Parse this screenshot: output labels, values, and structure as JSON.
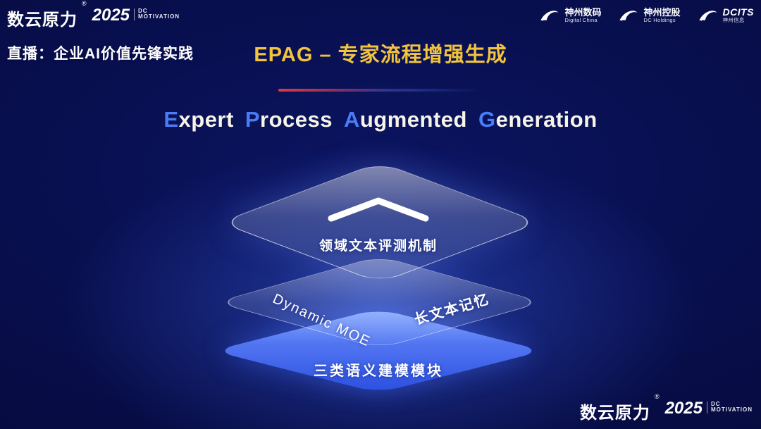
{
  "colors": {
    "accent_gold": "#f2c43d",
    "cap_blue": "#4a7df5",
    "divider_red": "#e03a3e",
    "layer_blue_light": "#8fb0ff",
    "layer_blue_dark": "#2b4fe0",
    "bg_deep": "#04062a"
  },
  "header": {
    "brand": {
      "name": "数云原力",
      "reg": "®",
      "year": "2025",
      "tag_line1": "DC",
      "tag_line2": "MOTIVATION"
    },
    "live_label": "直播：企业AI价值先锋实践",
    "partner_logos": [
      {
        "name": "神州数码",
        "sub": "Digital China"
      },
      {
        "name": "神州控股",
        "sub": "DC Holdings"
      },
      {
        "name": "DCITS",
        "sub": "神州信息"
      }
    ]
  },
  "title": {
    "main": "EPAG – 专家流程增强生成",
    "english_words": [
      "Expert",
      "Process",
      "Augmented",
      "Generation"
    ]
  },
  "diagram": {
    "top_layer_label": "领域文本评测机制",
    "mid_layer_left_label": "Dynamic MOE",
    "mid_layer_right_label": "长文本记忆",
    "bottom_layer_label": "三类语义建模模块",
    "top_icon": "chevron-up-icon"
  },
  "footer": {
    "brand": {
      "name": "数云原力",
      "reg": "®",
      "year": "2025",
      "tag_line1": "DC",
      "tag_line2": "MOTIVATION"
    }
  }
}
